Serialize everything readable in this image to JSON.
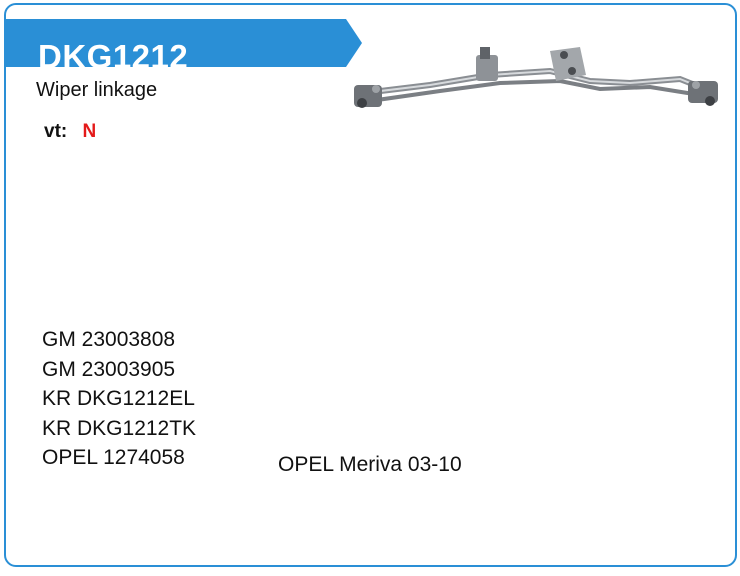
{
  "product": {
    "code": "DKG1212",
    "name": "Wiper linkage",
    "vt_label": "vt:",
    "vt_value": "N",
    "product_image_icon": "wiper-linkage-image"
  },
  "cross_references": [
    "GM 23003808",
    "GM 23003905",
    "KR DKG1212EL",
    "KR DKG1212TK",
    "OPEL 1274058"
  ],
  "application": "OPEL Meriva 03-10",
  "colors": {
    "accent": "#2a8fd6",
    "vt_value": "#e41a1a"
  }
}
